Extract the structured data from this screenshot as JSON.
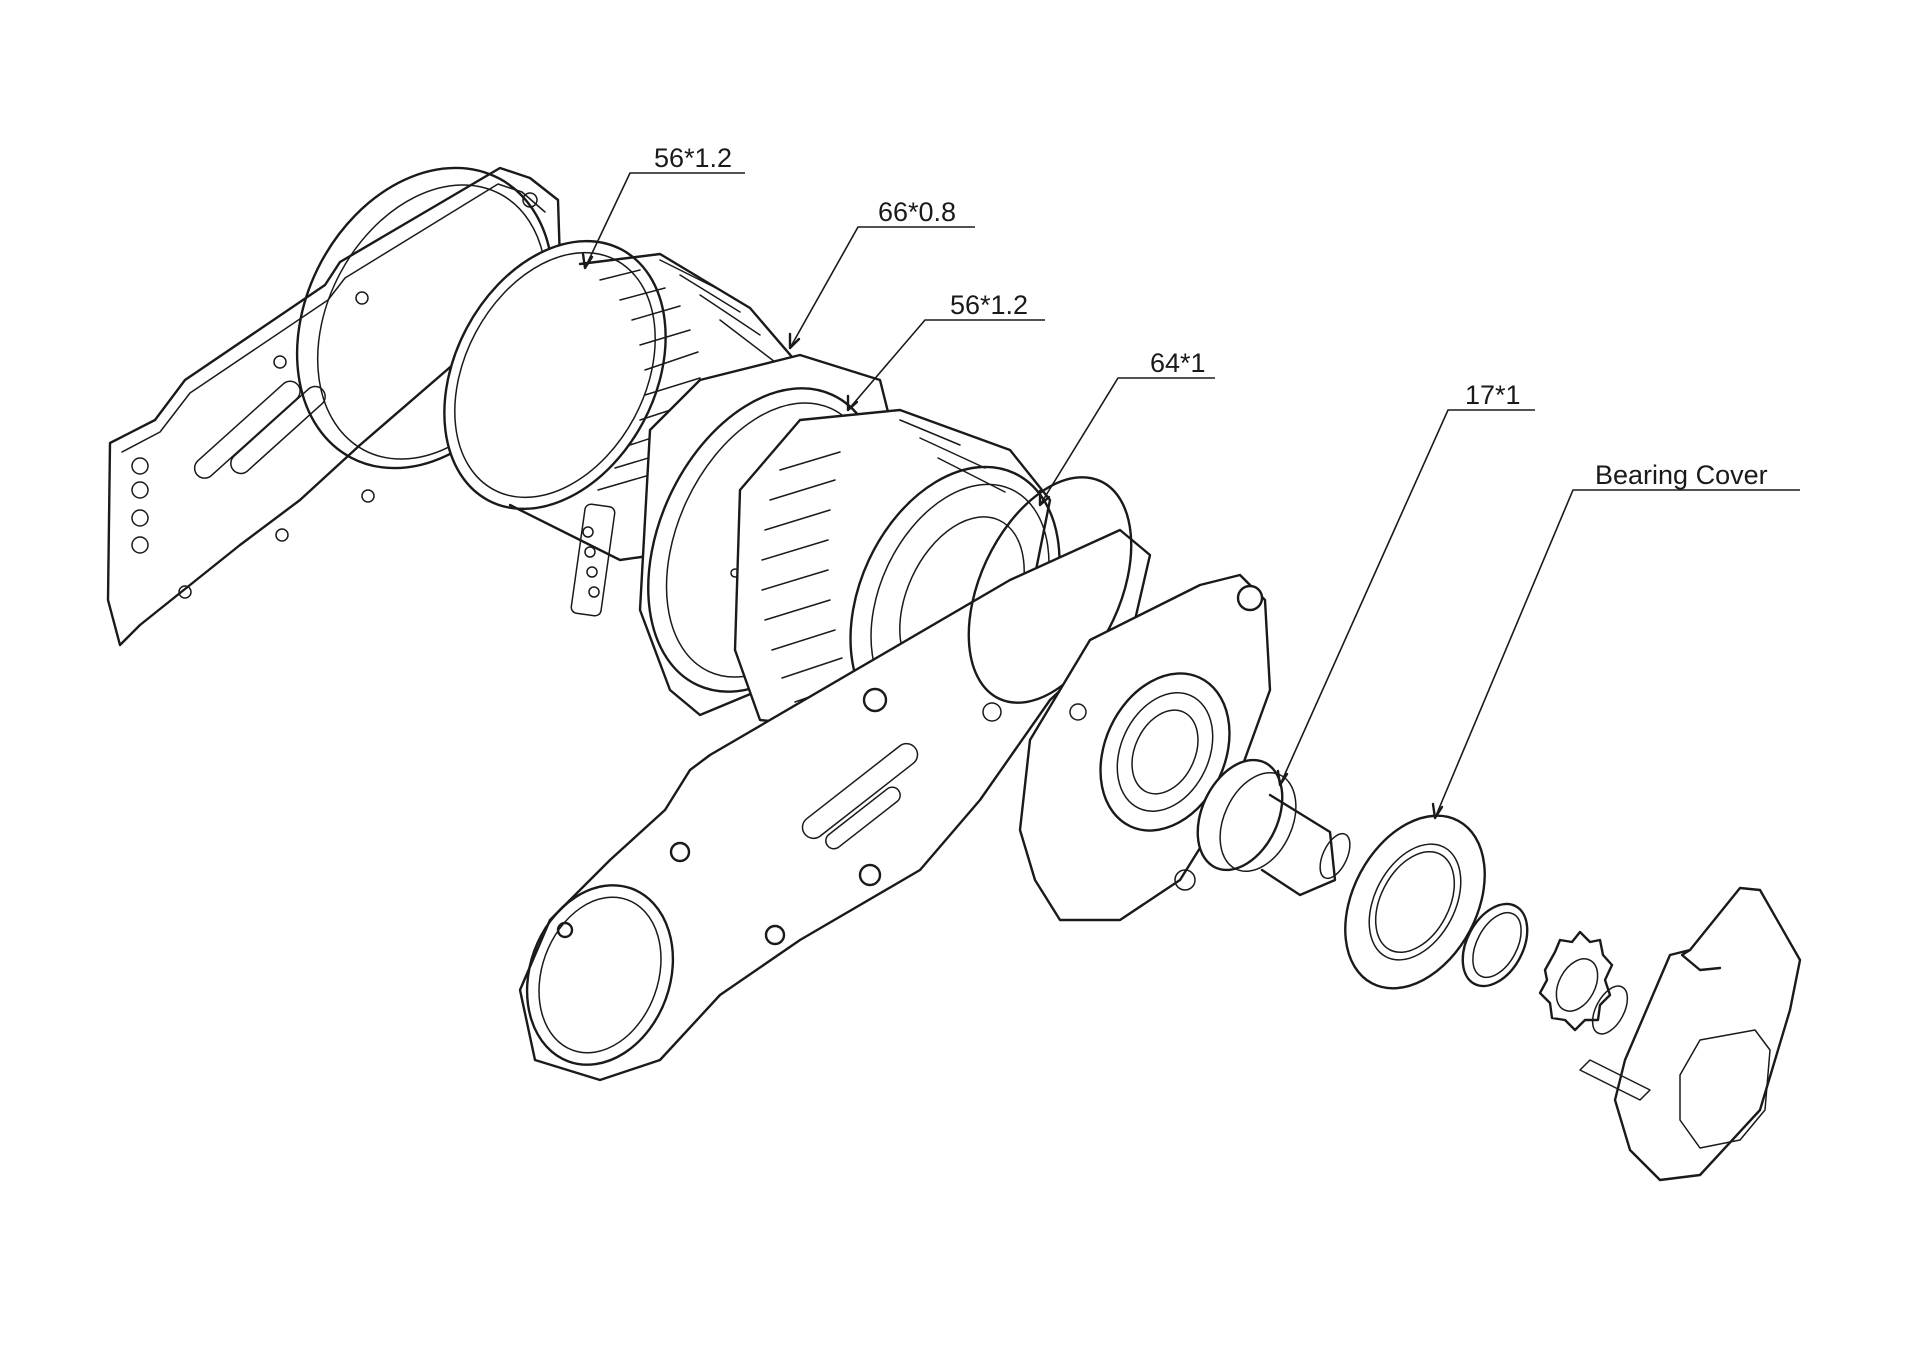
{
  "callouts": {
    "seal_1": "56*1.2",
    "seal_2": "66*0.8",
    "seal_3": "56*1.2",
    "seal_4": "64*1",
    "seal_5": "17*1",
    "bearing_cover": "Bearing Cover"
  },
  "colors": {
    "ink": "#1a1a1a",
    "background": "#ffffff"
  }
}
